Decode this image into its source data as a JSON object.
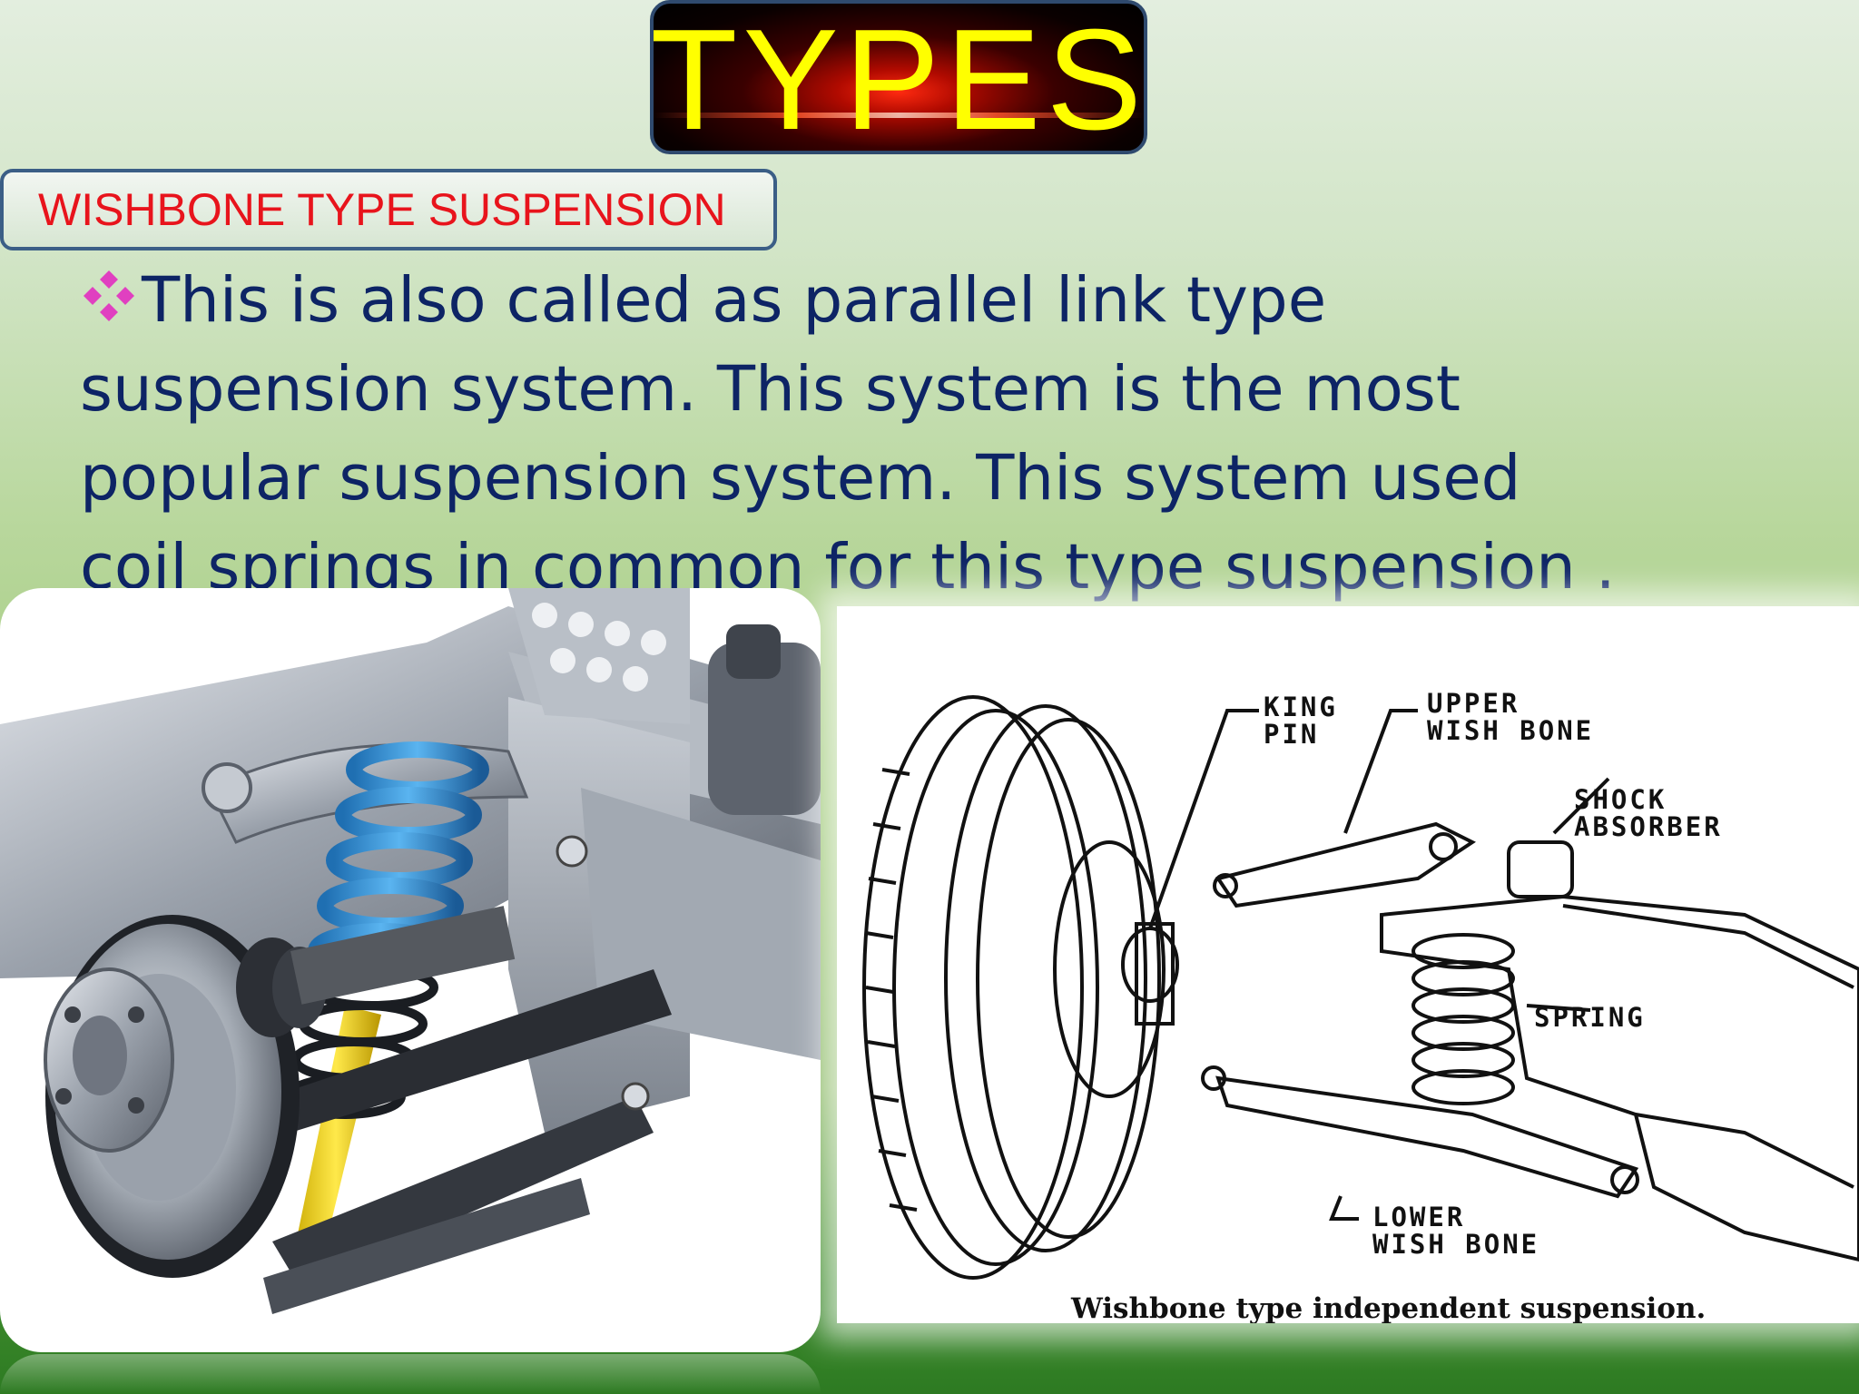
{
  "slide": {
    "title": "TYPES",
    "subtitle": "WISHBONE TYPE SUSPENSION",
    "body": "This is also called as parallel link type suspension system. This system is the most popular suspension system. This system used coil springs in common for this type suspension .",
    "bullet_icon": "four-diamond-bullet-icon"
  },
  "diagram": {
    "labels": {
      "king_pin": "KING\nPIN",
      "upper_wish_bone": "UPPER\nWISH BONE",
      "shock_absorber": "SHOCK\nABSORBER",
      "spring": "SPRING",
      "lower_wish_bone": "LOWER\nWISH BONE"
    },
    "caption": "Wishbone type independent suspension."
  },
  "colors": {
    "title_text": "#ffff00",
    "subtitle_text": "#e8141c",
    "body_text": "#0d2465",
    "bullet": "#e040c0"
  }
}
